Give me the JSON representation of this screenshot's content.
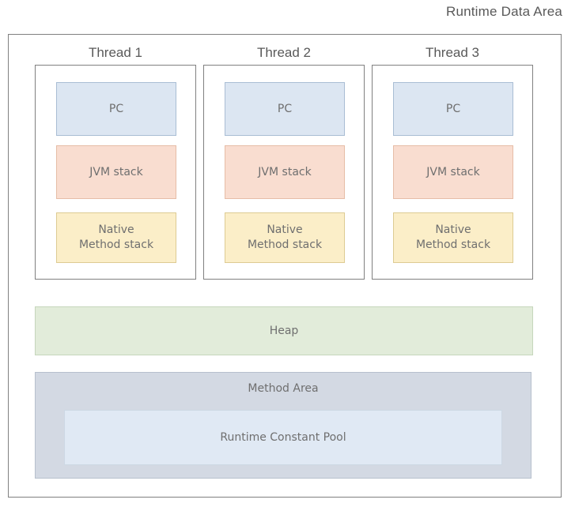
{
  "diagram": {
    "title": "Runtime Data Area",
    "threads": [
      {
        "label": "Thread 1",
        "boxes": [
          {
            "name": "pc",
            "label": "PC",
            "fill": "#dce6f2",
            "border": "#a9bdd4"
          },
          {
            "name": "jvm-stack",
            "label": "JVM stack",
            "fill": "#f9ddd0",
            "border": "#e6bda7"
          },
          {
            "name": "native-method-stack",
            "line1": "Native",
            "line2": "Method stack",
            "fill": "#fbeec8",
            "border": "#ddcb93"
          }
        ]
      },
      {
        "label": "Thread 2",
        "boxes": [
          {
            "name": "pc",
            "label": "PC",
            "fill": "#dce6f2",
            "border": "#a9bdd4"
          },
          {
            "name": "jvm-stack",
            "label": "JVM stack",
            "fill": "#f9ddd0",
            "border": "#e6bda7"
          },
          {
            "name": "native-method-stack",
            "line1": "Native",
            "line2": "Method stack",
            "fill": "#fbeec8",
            "border": "#ddcb93"
          }
        ]
      },
      {
        "label": "Thread 3",
        "boxes": [
          {
            "name": "pc",
            "label": "PC",
            "fill": "#dce6f2",
            "border": "#a9bdd4"
          },
          {
            "name": "jvm-stack",
            "label": "JVM stack",
            "fill": "#f9ddd0",
            "border": "#e6bda7"
          },
          {
            "name": "native-method-stack",
            "line1": "Native",
            "line2": "Method stack",
            "fill": "#fbeec8",
            "border": "#ddcb93"
          }
        ]
      }
    ],
    "heap": {
      "label": "Heap",
      "fill": "#e2ecda",
      "border": "#c6d6bc"
    },
    "method_area": {
      "label": "Method Area",
      "fill": "#d3d9e3",
      "border": "#b7c0cd",
      "constant_pool": {
        "label": "Runtime Constant Pool",
        "fill": "#e0e9f4",
        "border": "#cdd8e4"
      }
    },
    "colors": {
      "text": "#6f6f6f",
      "heading_text": "#595959",
      "frame_border": "#808080",
      "background": "#ffffff"
    }
  }
}
